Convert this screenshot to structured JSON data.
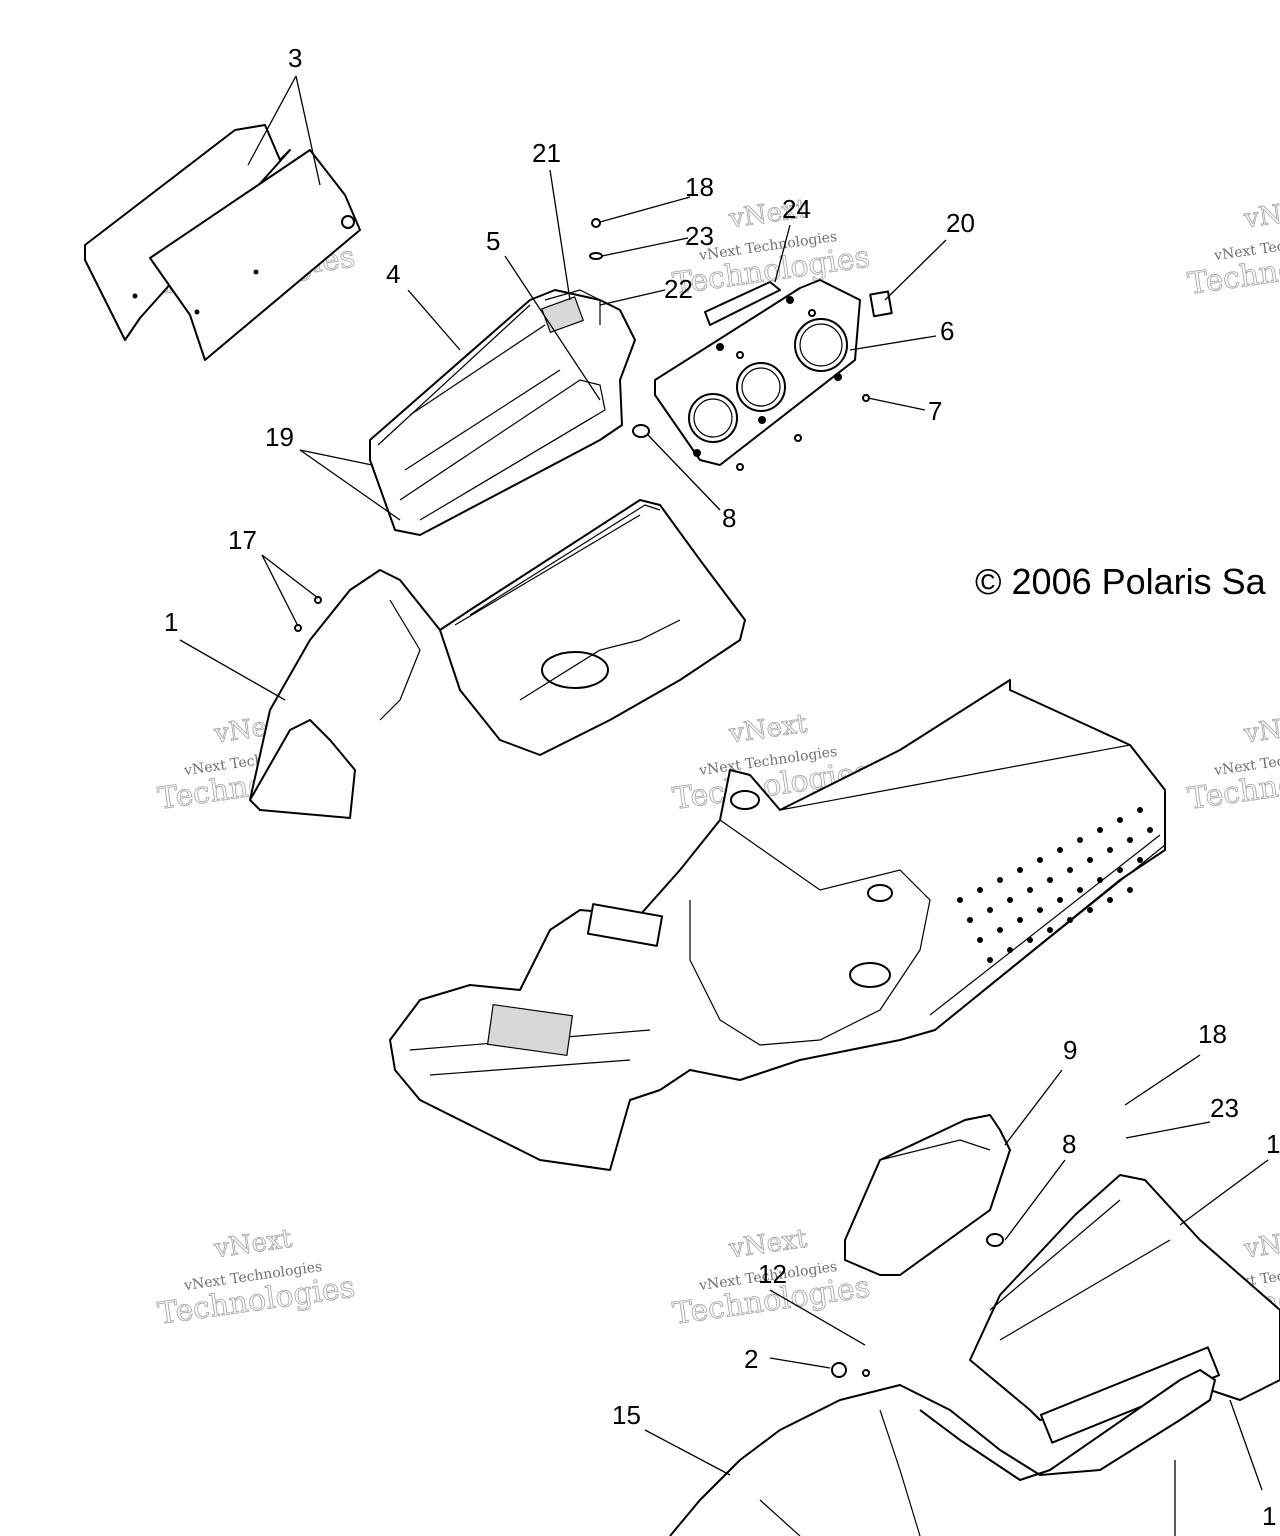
{
  "copyright": "© 2006 Polaris Sa",
  "watermark": {
    "line1": "vNext",
    "line2": "vNext Technologies",
    "line3": "Technologies"
  },
  "callouts": {
    "c3": "3",
    "c21": "21",
    "c18a": "18",
    "c24": "24",
    "c23a": "23",
    "c5": "5",
    "c20": "20",
    "c22": "22",
    "c4": "4",
    "c6": "6",
    "c7": "7",
    "c19": "19",
    "c8a": "8",
    "c17": "17",
    "c1": "1",
    "c18b": "18",
    "c9": "9",
    "c23b": "23",
    "c8b": "8",
    "c1b": "1",
    "c12": "12",
    "c2": "2",
    "c15": "15",
    "c1c": "1"
  }
}
